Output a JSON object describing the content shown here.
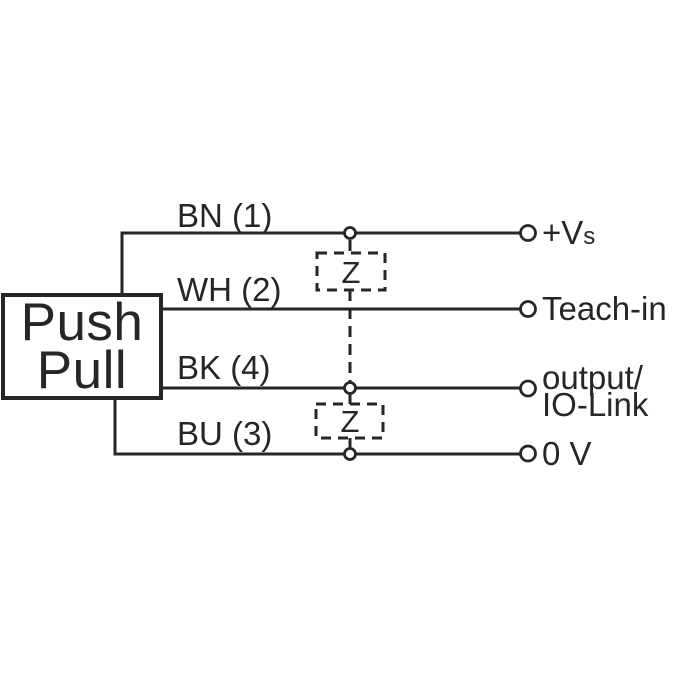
{
  "connector_box": {
    "line1": "Push",
    "line2": "Pull"
  },
  "wires": [
    {
      "pin_label": "BN (1)",
      "terminal": "+V",
      "terminal_small": "s"
    },
    {
      "pin_label": "WH (2)",
      "terminal": "Teach-in"
    },
    {
      "pin_label": "BK (4)",
      "terminal": "output/",
      "terminal_line2": "IO-Link"
    },
    {
      "pin_label": "BU (3)",
      "terminal": "0 V"
    }
  ],
  "zener_label": "Z",
  "colors": {
    "ink": "#262626",
    "background": "#ffffff"
  }
}
